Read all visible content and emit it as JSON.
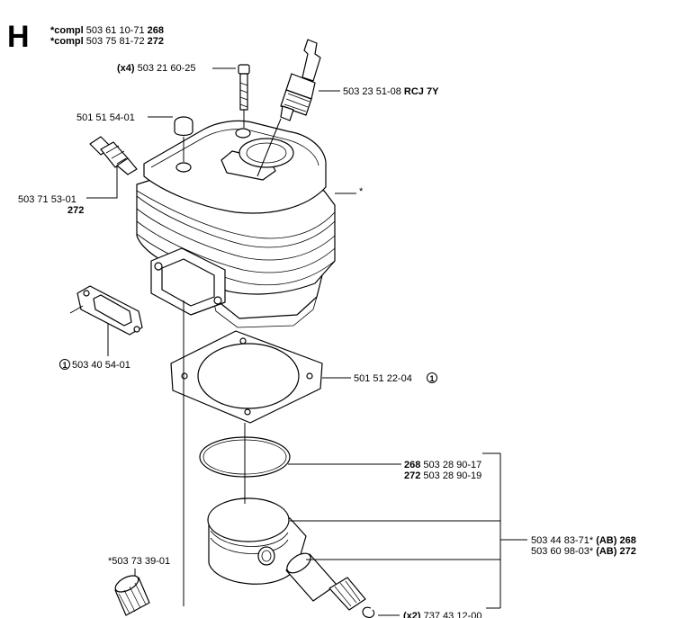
{
  "section_letter": "H",
  "header": {
    "line1": {
      "prefix": "*compl",
      "number": "503 61 10-71",
      "model": "268"
    },
    "line2": {
      "prefix": "*compl",
      "number": "503 75 81-72",
      "model": "272"
    }
  },
  "callouts": {
    "screw": {
      "qty": "(x4)",
      "number": "503 21 60-25"
    },
    "spark_plug": {
      "number": "503 23 51-08",
      "type": "RCJ 7Y"
    },
    "plug_cap": {
      "number": "501 51 54-01"
    },
    "valve": {
      "number": "503 71 53-01",
      "model": "272"
    },
    "cylinder": {
      "mark": "*"
    },
    "exhaust_gasket": {
      "circle_num": "1",
      "number": "503 40 54-01"
    },
    "cylinder_gasket": {
      "number": "501 51 22-04",
      "circle_num": "1"
    },
    "piston_ring": {
      "line1": {
        "model": "268",
        "number": "503 28 90-17"
      },
      "line2": {
        "model": "272",
        "number": "503 28 90-19"
      }
    },
    "piston_kit": {
      "line1": {
        "number": "503 44 83-71*",
        "code": "(AB)",
        "model": "268"
      },
      "line2": {
        "number": "503 60 98-03*",
        "code": "(AB)",
        "model": "272"
      }
    },
    "needle_bearing": {
      "number": "*503 73 39-01"
    },
    "circlip": {
      "qty": "(x2)",
      "number": "737 43 12-00"
    }
  }
}
